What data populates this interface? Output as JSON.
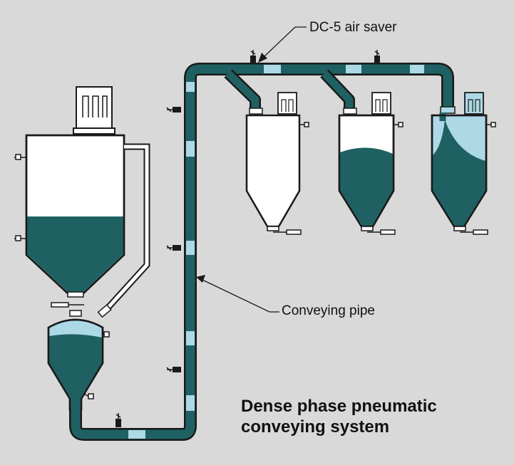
{
  "labels": {
    "air_saver": "DC-5 air saver",
    "conveying_pipe": "Conveying pipe"
  },
  "title": {
    "line1": "Dense phase pneumatic",
    "line2": "conveying system"
  },
  "colors": {
    "background": "#d9d9d9",
    "material": "#1f6162",
    "air": "#add8e6",
    "vessel_empty": "#ffffff",
    "outline": "#1a1a1a"
  },
  "levels": {
    "storage_silo_fill": 0.35,
    "transfer_vessel_fill": 0.85,
    "receiver_1_fill": 0.0,
    "receiver_2_fill": 0.6,
    "receiver_3_fill": 0.75
  },
  "icons": {
    "valve": "air-saver-valve-icon",
    "level_probe": "level-probe-icon"
  }
}
